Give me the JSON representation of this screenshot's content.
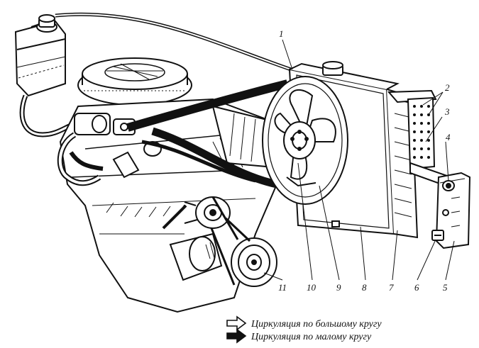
{
  "callouts": [
    {
      "id": "1",
      "label": "1"
    },
    {
      "id": "2",
      "label": "2"
    },
    {
      "id": "3",
      "label": "3"
    },
    {
      "id": "4",
      "label": "4"
    },
    {
      "id": "5",
      "label": "5"
    },
    {
      "id": "6",
      "label": "6"
    },
    {
      "id": "7",
      "label": "7"
    },
    {
      "id": "8",
      "label": "8"
    },
    {
      "id": "9",
      "label": "9"
    },
    {
      "id": "10",
      "label": "10"
    },
    {
      "id": "11",
      "label": "11"
    }
  ],
  "legend": {
    "large_circuit": {
      "text": "Циркуляция по большому кругу",
      "arrow": "hollow-arrow-icon"
    },
    "small_circuit": {
      "text": "Циркуляция по малому кругу",
      "arrow": "solid-arrow-icon"
    }
  },
  "colors": {
    "ink": "#111111",
    "paper": "#ffffff"
  }
}
